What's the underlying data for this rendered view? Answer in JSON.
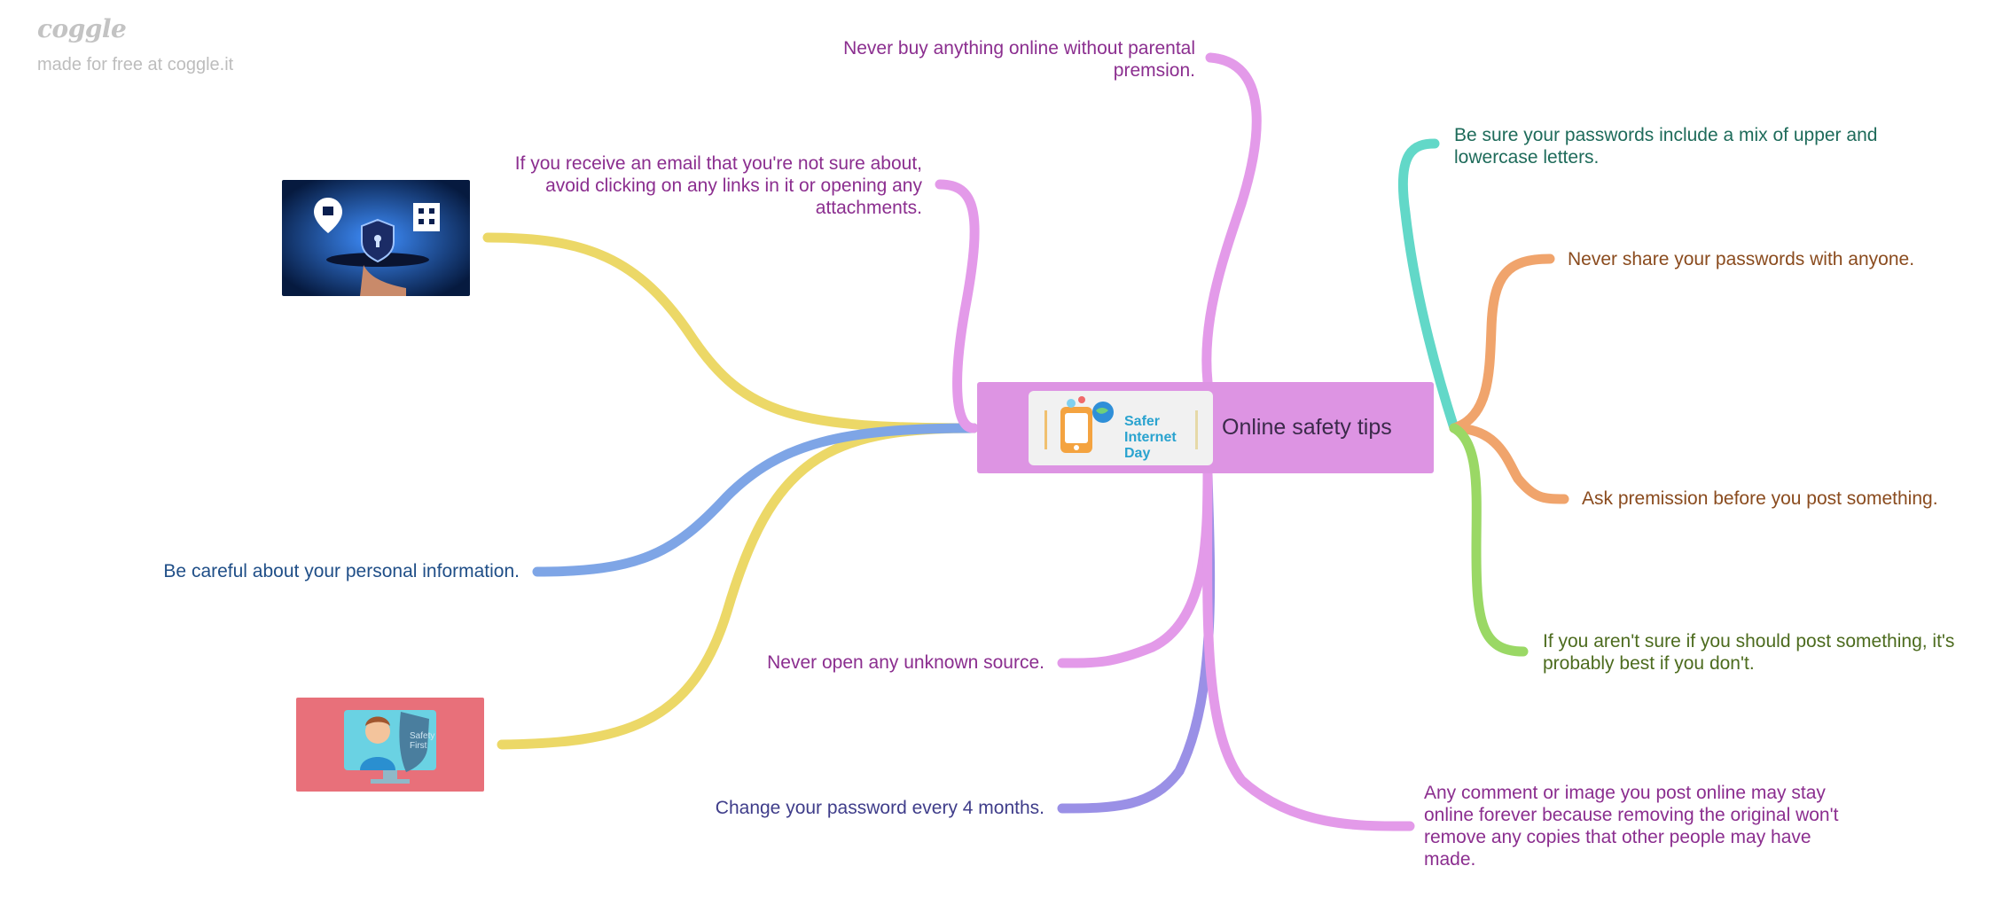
{
  "branding": {
    "logo": "coggle",
    "tagline": "made for free at coggle.it"
  },
  "central": {
    "title": "Online safety tips",
    "color": "#dd94e3",
    "image_label": "Safer Internet Day",
    "image_lines": [
      "Safer",
      "Internet",
      "Day"
    ]
  },
  "nodes": {
    "parental_permission": {
      "text": "Never buy anything online without parental premsion.",
      "color": "#8b2e8f",
      "branch_color": "#e39ae9"
    },
    "email_links": {
      "text": "If you receive an email that you're not sure about, avoid clicking on any links in it or opening any attachments.",
      "color": "#8b2e8f",
      "branch_color": "#e39ae9"
    },
    "personal_info": {
      "text": "Be careful about your personal information.",
      "color": "#1f4e87",
      "branch_color": "#7ea5e6"
    },
    "unknown_source": {
      "text": "Never open any unknown source.",
      "color": "#8b2e8f",
      "branch_color": "#e39ae9"
    },
    "change_password": {
      "text": "Change your password every 4 months.",
      "color": "#3f3d8a",
      "branch_color": "#9a90e6"
    },
    "post_forever": {
      "text": "Any comment or image you post online may stay online forever because removing the original won't remove any copies that other people may have made.",
      "color": "#8b2e8f",
      "branch_color": "#e39ae9"
    },
    "password_mix": {
      "text": "Be sure your passwords include a mix of upper and lowercase letters.",
      "color": "#1e6b5a",
      "branch_color": "#62d8c8"
    },
    "never_share": {
      "text": "Never share your passwords with anyone.",
      "color": "#8a4b1e",
      "branch_color": "#f0a46c"
    },
    "ask_permission": {
      "text": "Ask premission before you post something.",
      "color": "#8a4b1e",
      "branch_color": "#f0a46c"
    },
    "not_sure_post": {
      "text": "If you aren't sure if you should post something, it's probably best if you don't.",
      "color": "#4c6b1e",
      "branch_color": "#9ad865"
    }
  },
  "images": {
    "network_security": {
      "alt": "network-security-image",
      "branch_color": "#ecd867"
    },
    "safety_first": {
      "alt": "safety-first-image",
      "label": "Safety First",
      "branch_color": "#ecd867"
    }
  }
}
